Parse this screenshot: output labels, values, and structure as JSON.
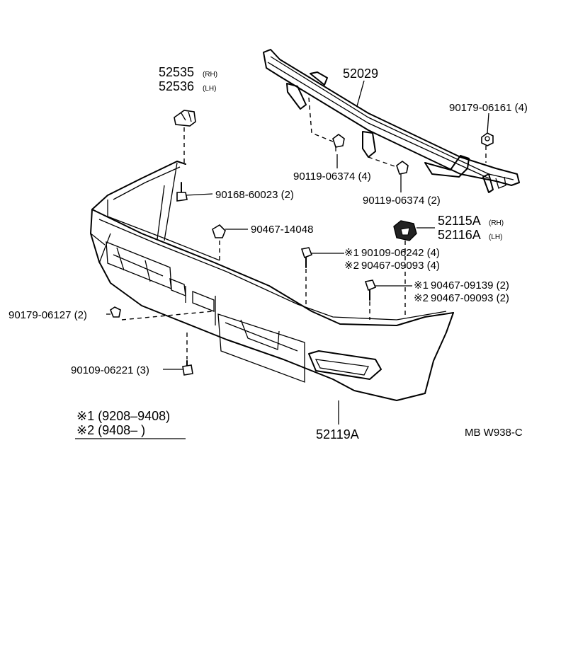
{
  "parts": {
    "p52535": "52535",
    "p52535_side": "(RH)",
    "p52536": "52536",
    "p52536_side": "(LH)",
    "p52029": "52029",
    "p90179_06161": "90179-06161 (4)",
    "p90168_60023": "90168-60023 (2)",
    "p90119_06374_a": "90119-06374 (4)",
    "p90119_06374_b": "90119-06374 (2)",
    "p90467_14048": "90467-14048",
    "p52115A": "52115A",
    "p52115A_side": "(RH)",
    "p52116A": "52116A",
    "p52116A_side": "(LH)",
    "p90109_06242_mark": "※1",
    "p90109_06242": "90109-06242 (4)",
    "p90467_09093_a_mark": "※2",
    "p90467_09093_a": "90467-09093 (4)",
    "p90467_09139_mark": "※1",
    "p90467_09139": "90467-09139 (2)",
    "p90467_09093_b_mark": "※2",
    "p90467_09093_b": "90467-09093 (2)",
    "p90179_06127": "90179-06127 (2)",
    "p90109_06221": "90109-06221 (3)",
    "p52119A": "52119A"
  },
  "legend": {
    "row1": "※1 (9208–9408)",
    "row2": "※2 (9408–       )"
  },
  "figure_code": "MB W938-C"
}
